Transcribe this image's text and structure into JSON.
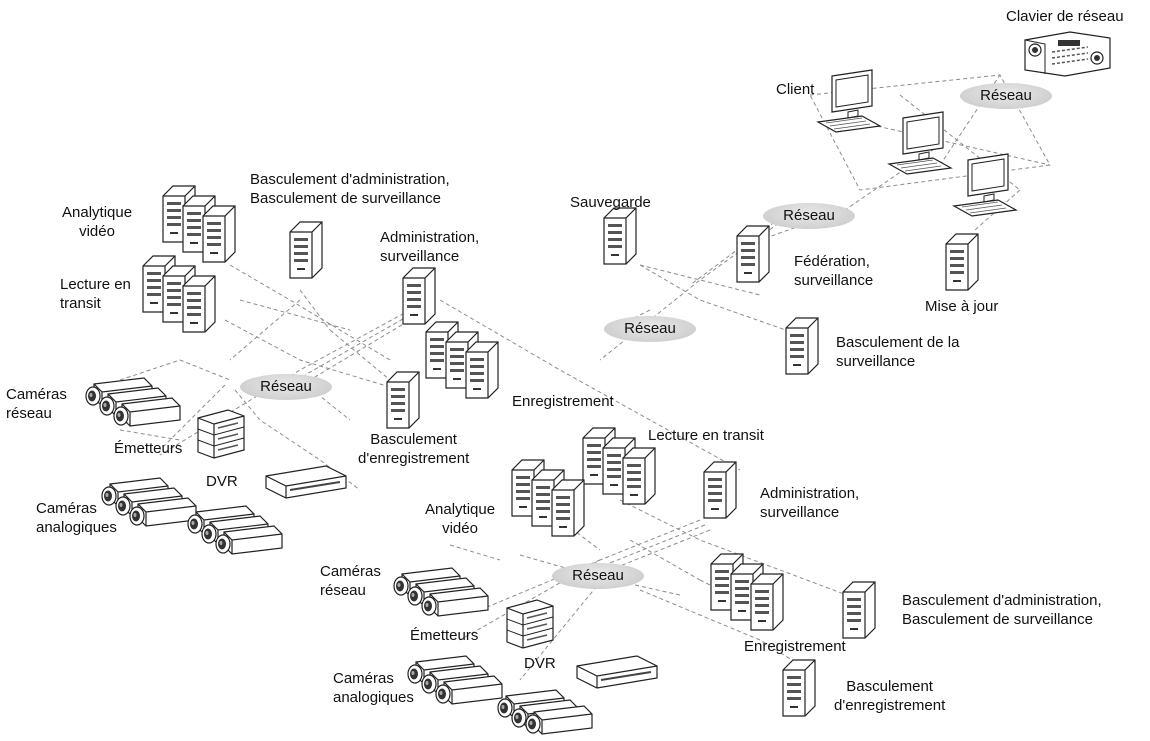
{
  "labels": {
    "keyboard": "Clavier de réseau",
    "client": "Client",
    "admin_switch_top": [
      "Basculement d'administration,",
      "Basculement de surveillance"
    ],
    "analytics_left": [
      "Analytique",
      "vidéo"
    ],
    "sauvegarde": "Sauvegarde",
    "admin_surv_top": [
      "Administration,",
      "surveillance"
    ],
    "federation": [
      "Fédération,",
      "surveillance"
    ],
    "mise_a_jour": "Mise à jour",
    "lecture_left": [
      "Lecture en",
      "transit"
    ],
    "switch_surv": [
      "Basculement de la",
      "surveillance"
    ],
    "cam_net_left": [
      "Caméras",
      "réseau"
    ],
    "enreg_top": "Enregistrement",
    "emetteurs_left": "Émetteurs",
    "rec_switch_left": [
      "Basculement",
      "d'enregistrement"
    ],
    "dvr_left": "DVR",
    "cam_analog_left": [
      "Caméras",
      "analogiques"
    ],
    "lecture_right": "Lecture en transit",
    "analytics_right": [
      "Analytique",
      "vidéo"
    ],
    "admin_surv_right": [
      "Administration,",
      "surveillance"
    ],
    "cam_net_right": [
      "Caméras",
      "réseau"
    ],
    "admin_switch_bottom": [
      "Basculement d'administration,",
      "Basculement de surveillance"
    ],
    "emetteurs_right": "Émetteurs",
    "enreg_bottom": "Enregistrement",
    "dvr_right": "DVR",
    "cam_analog_right": [
      "Caméras",
      "analogiques"
    ],
    "rec_switch_right": [
      "Basculement",
      "d'enregistrement"
    ]
  },
  "networks": [
    "Réseau",
    "Réseau",
    "Réseau",
    "Réseau",
    "Réseau"
  ],
  "colors": {
    "line": "#8c8c8c",
    "cloud": "#cfcfcf",
    "device_outline": "#222222",
    "device_fill": "#ffffff"
  },
  "icons": {
    "server": "server-tower-icon",
    "camera": "camera-icon",
    "monitor": "monitor-icon",
    "keyboard": "keyboard-console-icon",
    "encoder": "encoder-stack-icon",
    "dvr": "dvr-icon"
  }
}
